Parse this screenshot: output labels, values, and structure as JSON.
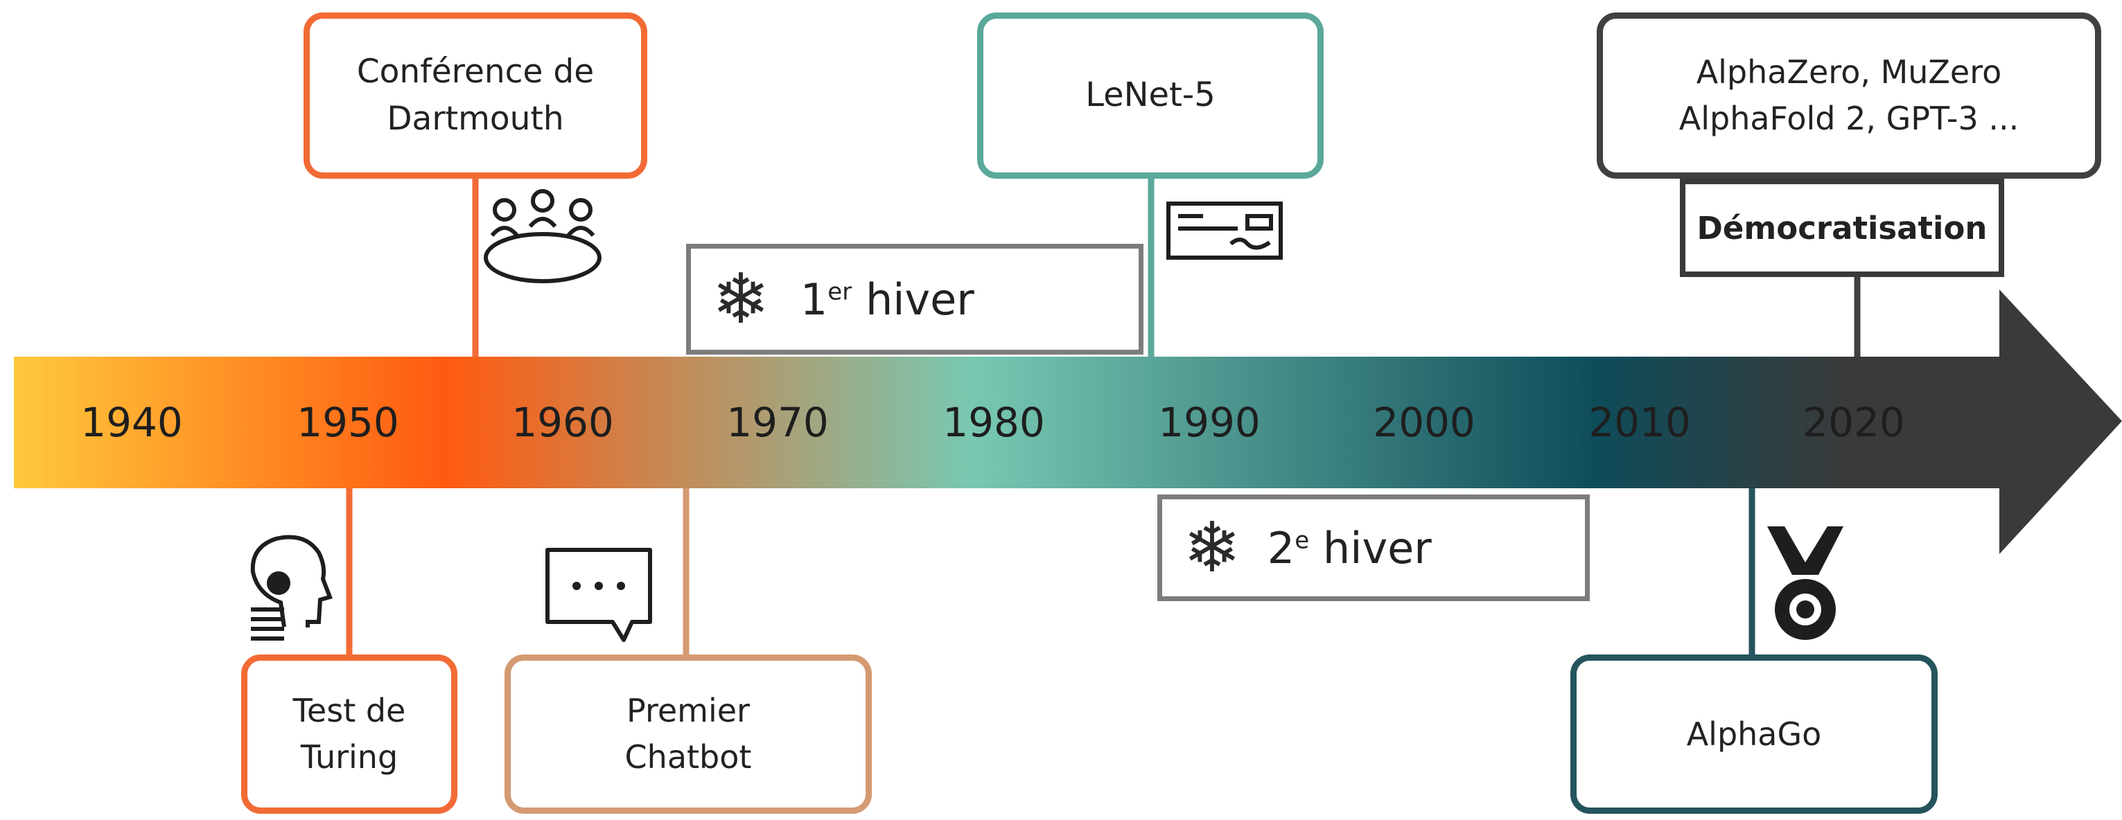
{
  "arrow": {
    "gradient": [
      "#ffc93c",
      "#ff5a10",
      "#78c8b2",
      "#0e4c5a",
      "#3a3a3a"
    ]
  },
  "years": [
    "1940",
    "1950",
    "1960",
    "1970",
    "1980",
    "1990",
    "2000",
    "2010",
    "2020"
  ],
  "events": {
    "dartmouth": {
      "label": "Conférence de\nDartmouth",
      "color": "#f26b35",
      "icon": "meeting-table-icon"
    },
    "lenet": {
      "label": "LeNet-5",
      "color": "#5aa99b",
      "icon": "check-document-icon"
    },
    "alphazero": {
      "label": "AlphaZero, MuZero\nAlphaFold 2, GPT-3 ...",
      "color": "#404040",
      "tag": "Démocratisation"
    },
    "turing": {
      "label": "Test de\nTuring",
      "color": "#f26b35",
      "icon": "robot-head-icon"
    },
    "chatbot": {
      "label": "Premier\nChatbot",
      "color": "#d49a72",
      "icon": "speech-bubble-icon"
    },
    "alphago": {
      "label": "AlphaGo",
      "color": "#24545c",
      "icon": "medal-icon"
    }
  },
  "winters": {
    "first": {
      "prefix": "1",
      "sup": "er",
      "suffix": " hiver",
      "icon": "snowflake-icon"
    },
    "second": {
      "prefix": "2",
      "sup": "e",
      "suffix": " hiver",
      "icon": "snowflake-icon"
    }
  }
}
